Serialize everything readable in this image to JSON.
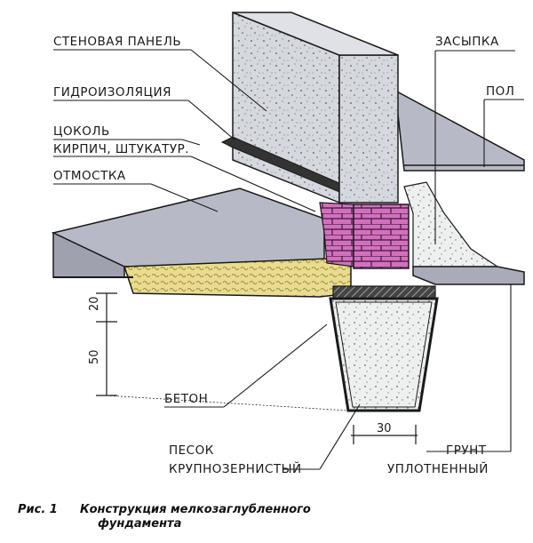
{
  "labels": {
    "wall_panel": "СТЕНОВАЯ ПАНЕЛЬ",
    "waterproofing": "ГИДРОИЗОЛЯЦИЯ",
    "plinth": "ЦОКОЛЬ",
    "plinth_material": "КИРПИЧ, ШТУКАТУР.",
    "blind_area": "ОТМОСТКА",
    "backfill": "ЗАСЫПКА",
    "floor": "ПОЛ",
    "concrete": "БЕТОН",
    "sand_line1": "ПЕСОК",
    "sand_line2": "КРУПНОЗЕРНИСТЫЙ",
    "soil_line1": "ГРУНТ",
    "soil_line2": "УПЛОТНЕННЫЙ"
  },
  "dimensions": {
    "d20": "20",
    "d50": "50",
    "d30": "30"
  },
  "caption": {
    "number": "Рис. 1",
    "title_line1": "Конструкция мелкозаглубленного",
    "title_line2": "фундамента"
  },
  "colors": {
    "concrete_gray": "#b9bdc9",
    "brick_pink": "#d46fc0",
    "sand_yellow": "#e9dc8e",
    "slab_gray": "#a9acb8",
    "outline": "#1a1a1a"
  }
}
